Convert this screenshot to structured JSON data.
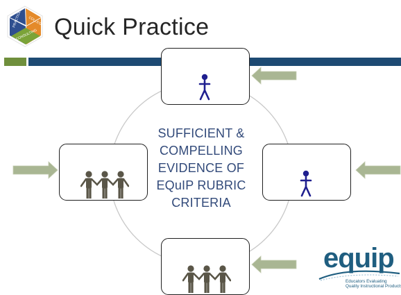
{
  "title": "Quick Practice",
  "logo": {
    "segments": [
      "PRACTICE",
      "COLLEGE",
      "CONSULTING"
    ]
  },
  "center_text": [
    "SUFFICIENT &",
    "COMPELLING",
    "EVIDENCE OF",
    "EQuIP RUBRIC",
    "CRITERIA"
  ],
  "cards": [
    {
      "position": "top",
      "figure": "single-person",
      "count": 1
    },
    {
      "position": "left",
      "figure": "group-of-people",
      "count": 3
    },
    {
      "position": "right",
      "figure": "single-person",
      "count": 1
    },
    {
      "position": "bottom",
      "figure": "group-of-people",
      "count": 3
    }
  ],
  "equip_logo": {
    "wordmark": "equip",
    "tagline_line1": "Educators Evaluating",
    "tagline_line2": "Quality Instructional Products"
  },
  "colors": {
    "accent_green": "#6f8f3c",
    "accent_blue": "#1d4a73",
    "center_text": "#324a7a",
    "single_figure": "#1f1f8f",
    "group_figure": "#5a5648",
    "arrow": "#a9b693"
  }
}
